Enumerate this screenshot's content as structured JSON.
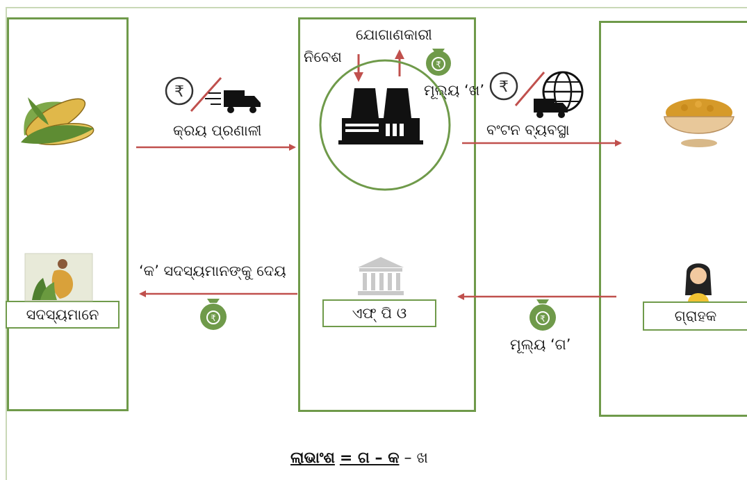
{
  "farmers": {
    "label": "ସଦସ୍ୟମାନେ",
    "payment_label": "‘କ’ ସଦସ୍ୟମାନଙ୍କୁ ଦେୟ"
  },
  "fpo": {
    "label": "ଏଫ୍ ପି ଓ",
    "supplier_label": "ଯୋଗାଣକାରୀ",
    "investment_label": "ନିବେଶ",
    "price_b_label": "ମୂଲ୍ୟ ‘ଖ’"
  },
  "consumer": {
    "label": "ଗ୍ରାହକ",
    "price_c_label": "ମୂଲ୍ୟ ‘ଗ’"
  },
  "flows": {
    "procurement_label": "କ୍ରୟ ପ୍ରଣାଳୀ",
    "distribution_label": "ବଂଟନ ବ୍ୟବସ୍ଥା"
  },
  "formula": {
    "lhs": "ଲାଭାଂଶ",
    "rhs": "= ଗ – କ",
    "tail": " – ଖ"
  },
  "icons": [
    "corn-icon",
    "farmer-photo",
    "rupee-icon",
    "truck-icon",
    "factory-icon",
    "money-bag-icon",
    "globe-icon",
    "grain-bowl-icon",
    "bank-icon",
    "woman-consumer-icon"
  ],
  "colors": {
    "panel_border": "#6f9a4a",
    "arrow": "#c0504d",
    "money_bag": "#6f9a4a"
  }
}
